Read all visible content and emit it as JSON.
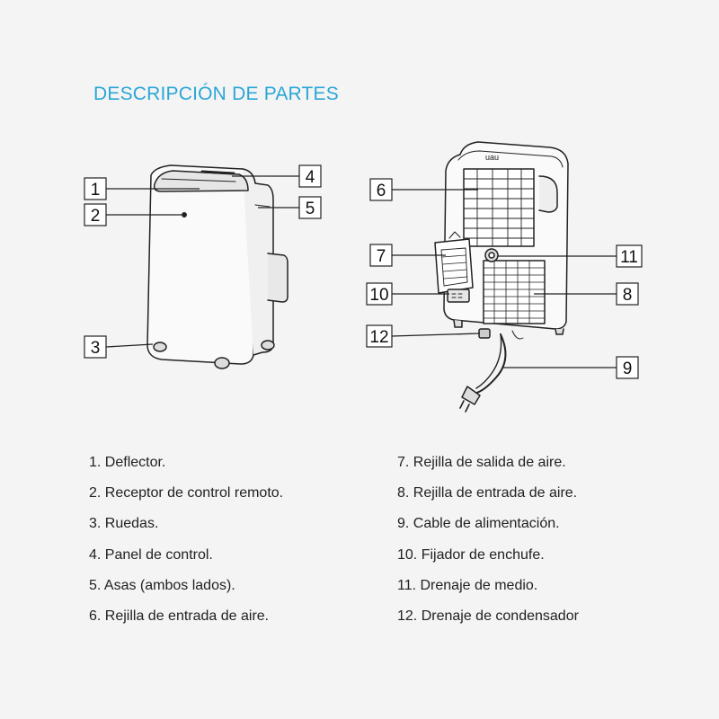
{
  "title": "DESCRIPCIÓN DE PARTES",
  "colors": {
    "title": "#2aa6d6",
    "background": "#f4f4f4",
    "line": "#222222"
  },
  "callouts": [
    "1",
    "2",
    "3",
    "4",
    "5",
    "6",
    "7",
    "8",
    "9",
    "10",
    "11",
    "12"
  ],
  "parts_left": [
    "1. Deflector.",
    "2. Receptor de control remoto.",
    "3. Ruedas.",
    "4. Panel de control.",
    "5. Asas (ambos lados).",
    "6. Rejilla de entrada de aire."
  ],
  "parts_right": [
    "7. Rejilla de salida de aire.",
    "8. Rejilla de entrada de aire.",
    "9. Cable de alimentación.",
    "10. Fijador de enchufe.",
    "11. Drenaje de medio.",
    "12. Drenaje de condensador"
  ]
}
